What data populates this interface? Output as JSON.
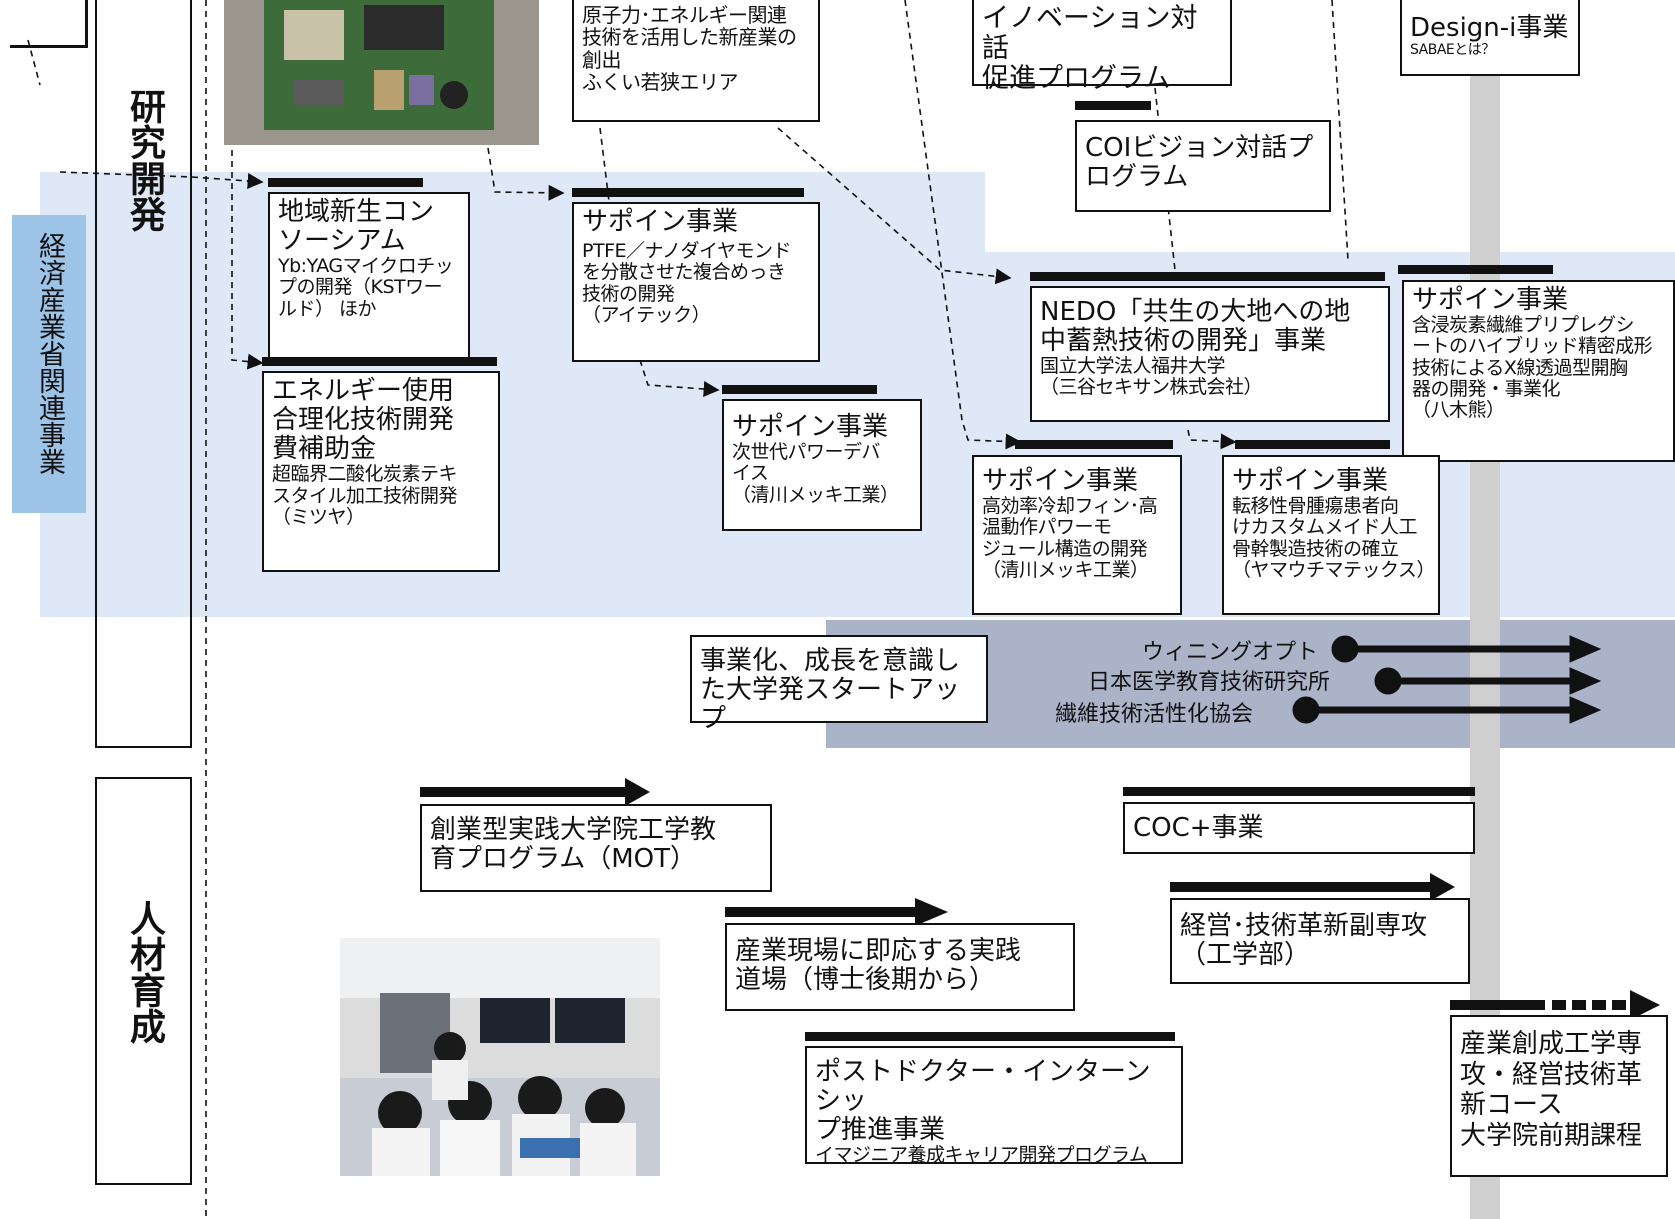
{
  "side": {
    "meti": "経済産業省関連事業",
    "rd": "研究開発",
    "hr": "人材育成"
  },
  "boxes": {
    "atom": {
      "lines": "原子力･エネルギー関連\n技術を活用した新産業の\n創出\nふくい若狭エリア"
    },
    "innov": {
      "title": "イノベーション対話\n促進プログラム"
    },
    "design": {
      "title": "Design-i事業",
      "sub": "SABAEとは？"
    },
    "coi": {
      "title": "COIビジョン対話プ\nログラム"
    },
    "chiiki": {
      "title": "地域新生コン\nソーシアム",
      "sub": "Yb:YAGマイクロチッ\nプの開発（KSTワー\nルド） ほか"
    },
    "savoin1": {
      "title": "サポイン事業",
      "sub": "PTFE／ナノダイヤモンド\nを分散させた複合めっき\n技術の開発\n（アイテック）"
    },
    "nedo": {
      "title": "NEDO「共生の大地への地\n中蓄熱技術の開発」事業",
      "sub": "国立大学法人福井大学\n（三谷セキサン株式会社）"
    },
    "savoin2": {
      "title": "サポイン事業",
      "sub": " 含浸炭素繊維プリプレグシ\nートのハイブリッド精密成形\n技術によるX線透過型開胸\n器の開発・事業化\n（八木熊）"
    },
    "energy": {
      "title": "エネルギー使用\n合理化技術開発\n費補助金",
      "sub": "超臨界二酸化炭素テキ\nスタイル加工技術開発\n（ミツヤ）"
    },
    "savoin3": {
      "title": "サポイン事業",
      "sub": "次世代パワーデバ\nイス\n（清川メッキ工業）"
    },
    "savoin4": {
      "title": "サポイン事業",
      "sub": "高効率冷却フィン･高\n温動作パワーモ\nジュール構造の開発\n（清川メッキ工業）"
    },
    "savoin5": {
      "title": "サポイン事業",
      "sub": "転移性骨腫瘍患者向\nけカスタムメイド人工\n骨幹製造技術の確立\n（ヤマウチマテックス）"
    },
    "startup": {
      "title": "事業化、成長を意識し\nた大学発スタートアップ"
    },
    "mot": {
      "title": "創業型実践大学院工学教\n育プログラム（MOT）"
    },
    "coc": {
      "title": "COC+事業"
    },
    "dojo": {
      "title": "産業現場に即応する実践\n道場（博士後期から）"
    },
    "keiei": {
      "title": "経営･技術革新副専攻\n（工学部）"
    },
    "postdoc": {
      "title": "ポストドクター・インターンシッ\nプ推進事業",
      "sub": "イマジニア養成キャリア開発プログラム"
    },
    "course": {
      "title": "産業創成工学専\n攻・経営技術革\n新コース\n大学院前期課程"
    }
  },
  "startups": [
    "ウィニングオプト",
    "日本医学教育技術研究所",
    "繊維技術活性化協会"
  ],
  "colors": {
    "band_blue": "#dfe8f6",
    "side_label": "#9dc3e6",
    "band_gray": "#aab3c8",
    "vertical_bar": "#cfcfcf"
  }
}
